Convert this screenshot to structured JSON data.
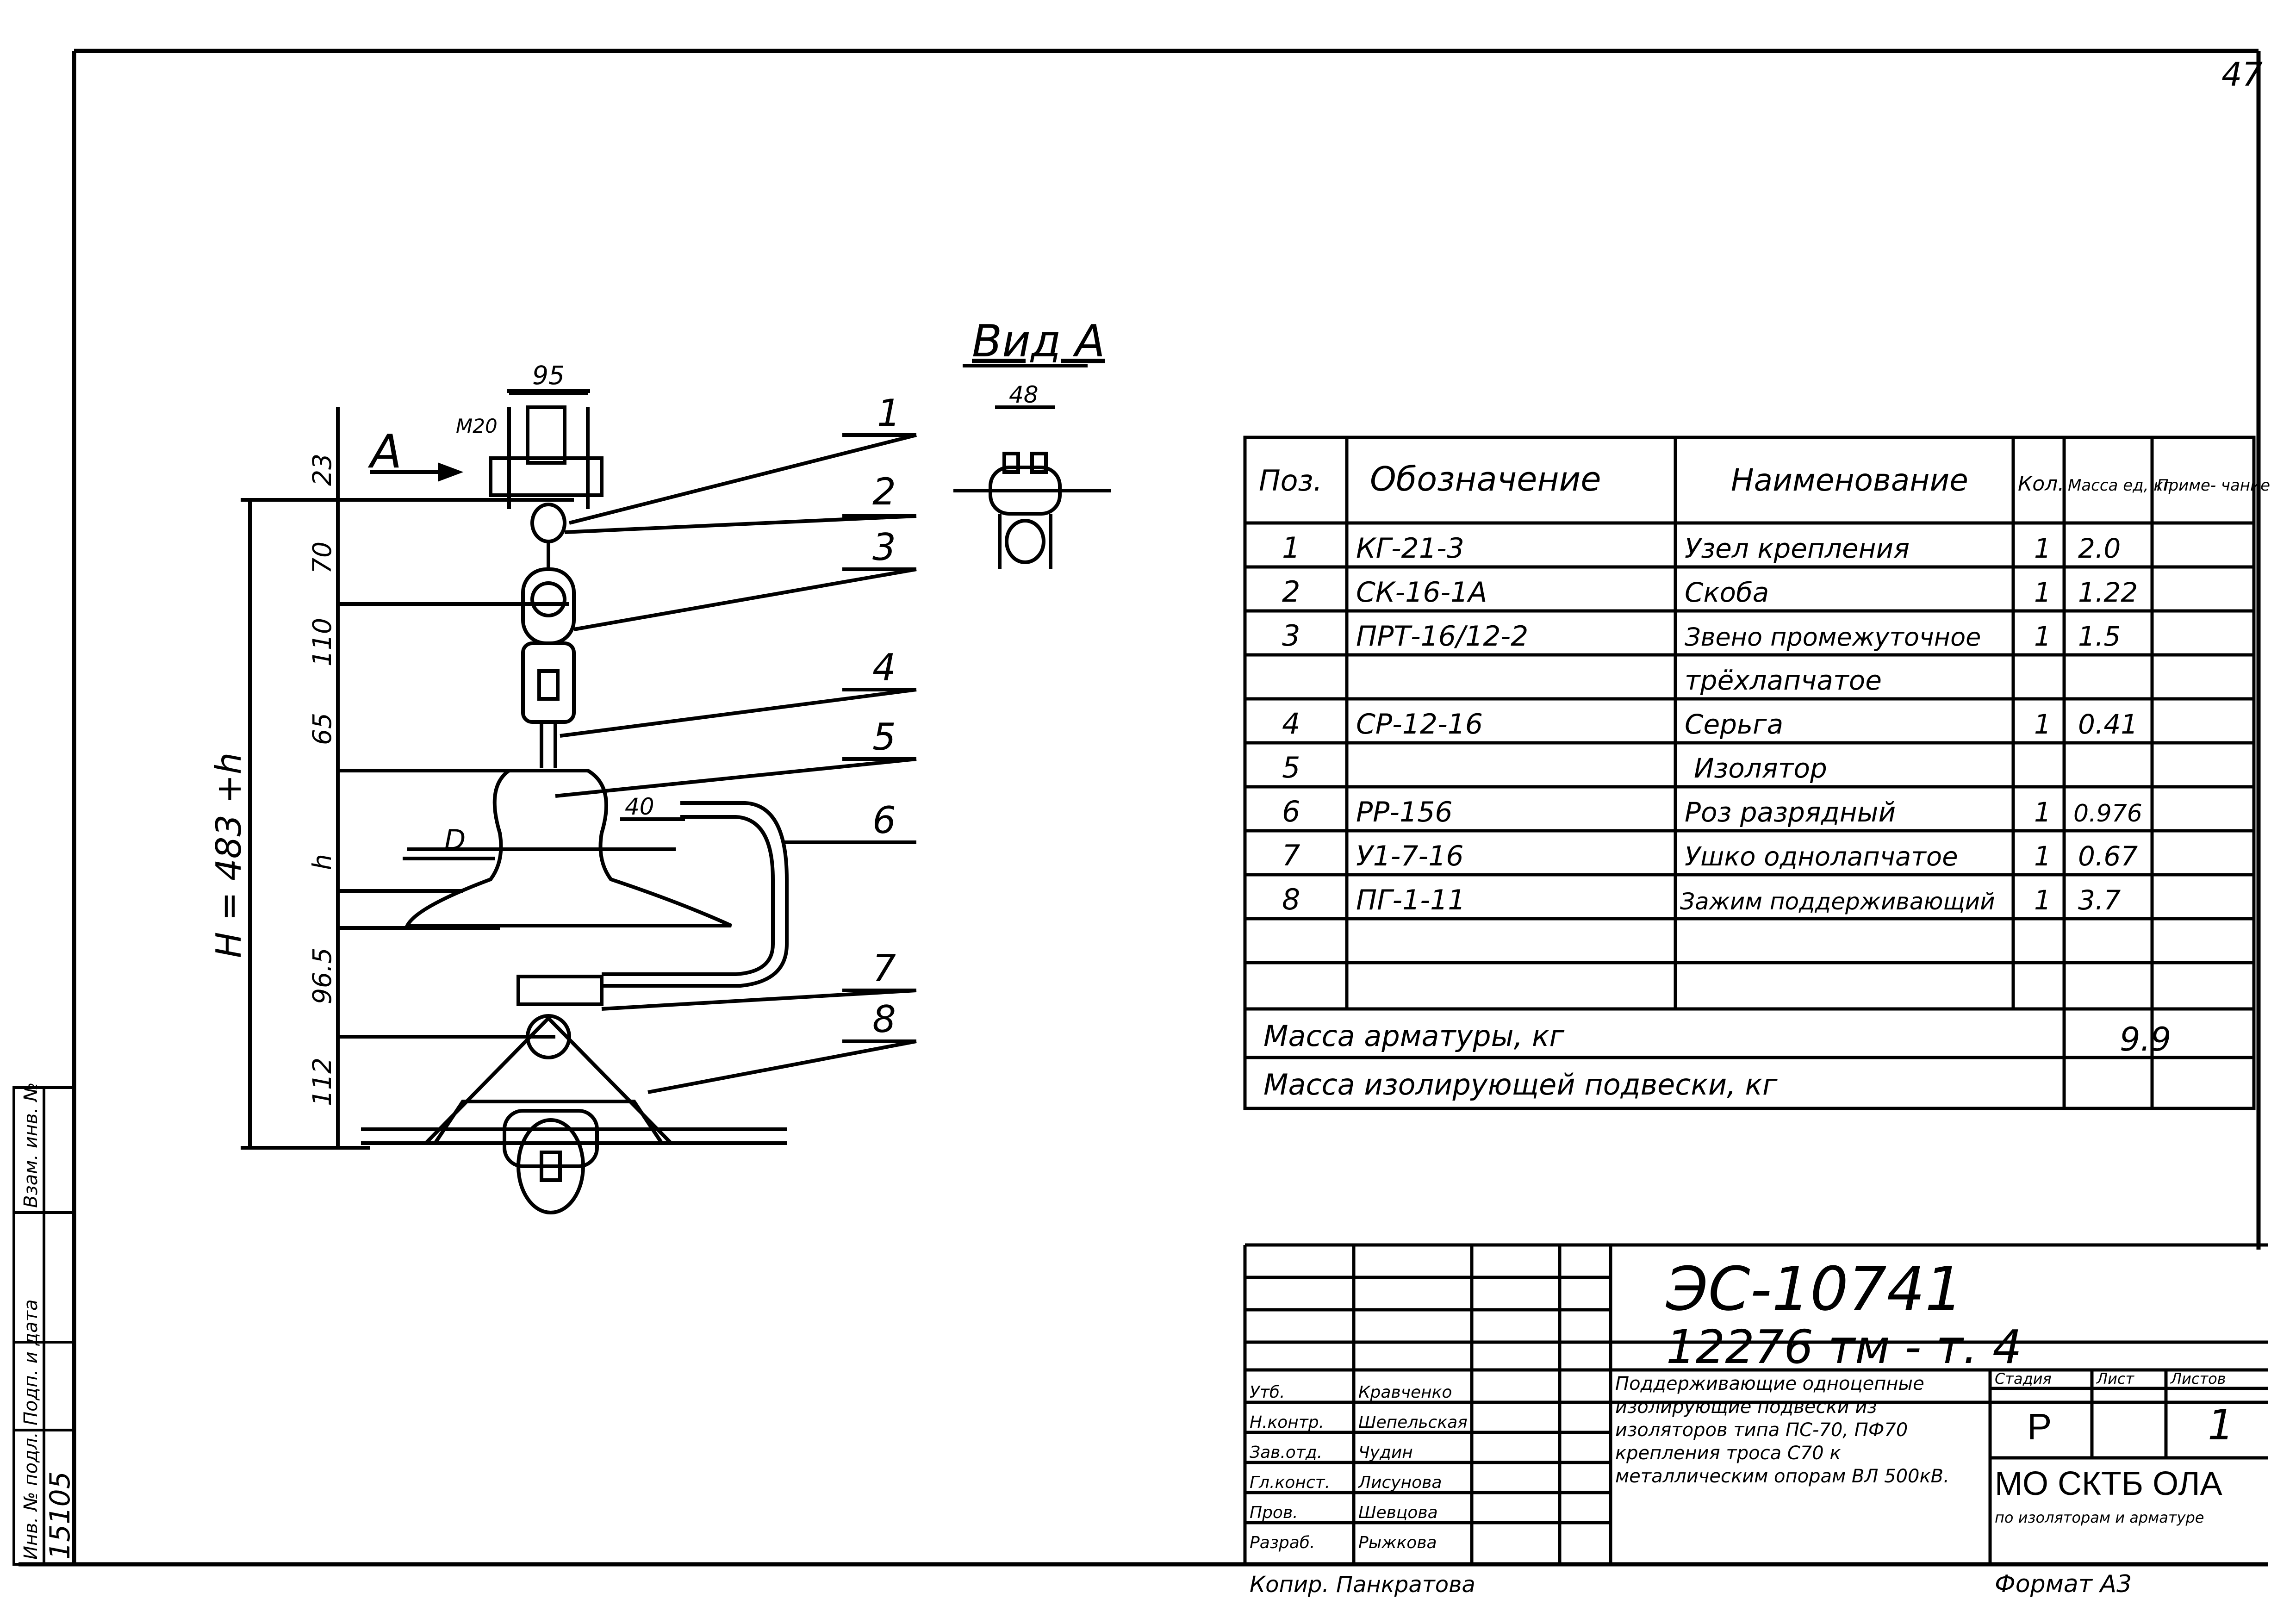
{
  "sheet": {
    "page_number": "47",
    "view_title": "Вид А",
    "section_mark": "А",
    "bolt_label": "М20"
  },
  "drawing": {
    "dims": {
      "top_width": "95",
      "view_width": "48",
      "d1": "23",
      "d2": "70",
      "d3": "110",
      "d4": "65",
      "d5": "h",
      "d6": "96.5",
      "d7": "112",
      "total": "H = 483 +h",
      "diameter": "D",
      "offset": "40"
    },
    "callouts": [
      "1",
      "2",
      "3",
      "4",
      "5",
      "6",
      "7",
      "8"
    ]
  },
  "spec_table": {
    "headers": {
      "pos": "Поз.",
      "designation": "Обозначение",
      "name": "Наименование",
      "qty": "Кол.",
      "mass": "Масса ед, кг",
      "note": "Приме- чание"
    },
    "rows": [
      {
        "pos": "1",
        "designation": "КГ-21-3",
        "name": "Узел крепления",
        "qty": "1",
        "mass": "2.0"
      },
      {
        "pos": "2",
        "designation": "СК-16-1А",
        "name": "Скоба",
        "qty": "1",
        "mass": "1.22"
      },
      {
        "pos": "3",
        "designation": "ПРТ-16/12-2",
        "name": "Звено промежуточное",
        "qty": "1",
        "mass": "1.5"
      },
      {
        "pos": "",
        "designation": "",
        "name": "трёхлапчатое",
        "qty": "",
        "mass": ""
      },
      {
        "pos": "4",
        "designation": "СР-12-16",
        "name": "Серьга",
        "qty": "1",
        "mass": "0.41"
      },
      {
        "pos": "5",
        "designation": "",
        "name": "Изолятор",
        "qty": "",
        "mass": ""
      },
      {
        "pos": "6",
        "designation": "РР-156",
        "name": "Роз разрядный",
        "qty": "1",
        "mass": "0.976"
      },
      {
        "pos": "7",
        "designation": "У1-7-16",
        "name": "Ушко однолапчатое",
        "qty": "1",
        "mass": "0.67"
      },
      {
        "pos": "8",
        "designation": "ПГ-1-11",
        "name": "Зажим поддерживающий",
        "qty": "1",
        "mass": "3.7"
      },
      {
        "pos": "",
        "designation": "",
        "name": "",
        "qty": "",
        "mass": ""
      },
      {
        "pos": "",
        "designation": "",
        "name": "",
        "qty": "",
        "mass": ""
      }
    ],
    "total_armature_label": "Масса арматуры, кг",
    "total_armature_value": "9.9",
    "total_insulating_label": "Масса изолирующей подвески, кг",
    "total_insulating_value": ""
  },
  "title_block": {
    "doc_code": "ЭС-10741",
    "doc_number": "12276 тм - т. 4",
    "roles": [
      "Утб.",
      "Н.контр.",
      "Зав.отд.",
      "Гл.конст.",
      "Пров.",
      "Разраб."
    ],
    "names": [
      "Кравченко",
      "Шепельская",
      "Чудин",
      "Лисунова",
      "Шевцова",
      "Рыжкова"
    ],
    "description": "Поддерживающие одноцепные изолирующие подвески из изоляторов типа ПС-70, ПФ70 крепления троса С70 к металлическим опорам ВЛ 500кВ.",
    "stage_label": "Стадия",
    "sheet_label": "Лист",
    "sheets_label": "Листов",
    "stage_value": "Р",
    "sheets_value": "1",
    "org": "МО СКТБ ОЛА",
    "org_sub": "по изоляторам и арматуре",
    "copied_by": "Копир. Панкратова",
    "format": "Формат А3"
  },
  "side_stamp": {
    "labels": [
      "Инв. № подл.",
      "Подп. и дата",
      "Взам. инв. №"
    ],
    "inv_value": "15105"
  }
}
